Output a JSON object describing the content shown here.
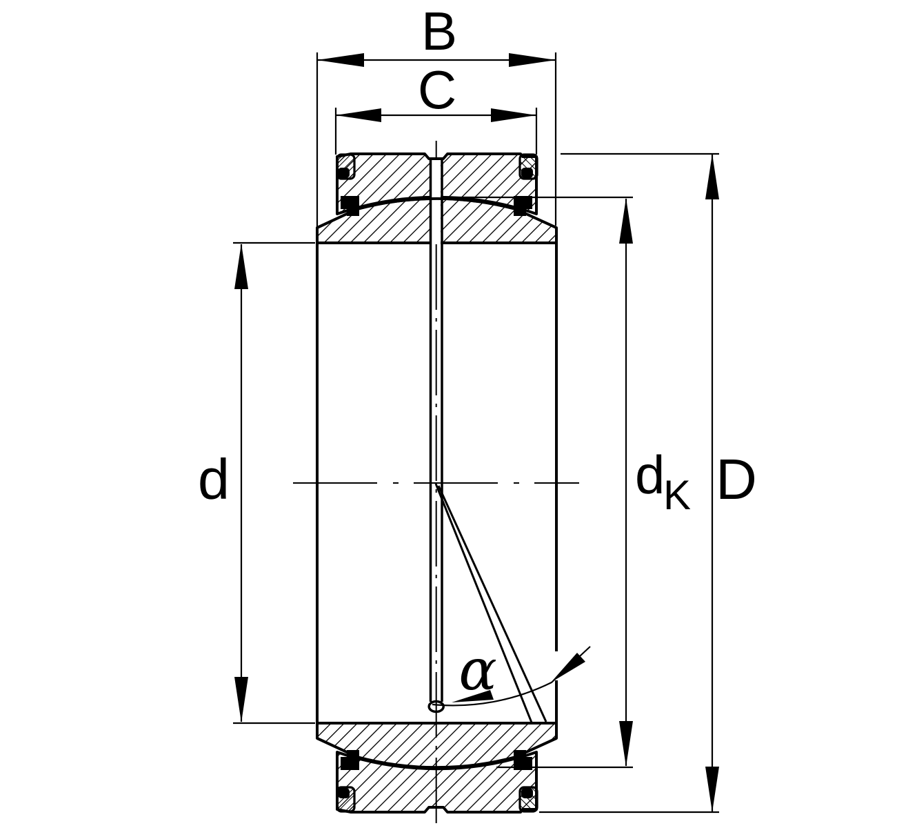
{
  "drawing": {
    "labels": {
      "b": "B",
      "c": "C",
      "d": "d",
      "dk_main": "d",
      "dk_sub": "K",
      "outer_diameter": "D",
      "alpha": "α"
    }
  },
  "colors": {
    "line": "#000000",
    "background": "#ffffff"
  }
}
